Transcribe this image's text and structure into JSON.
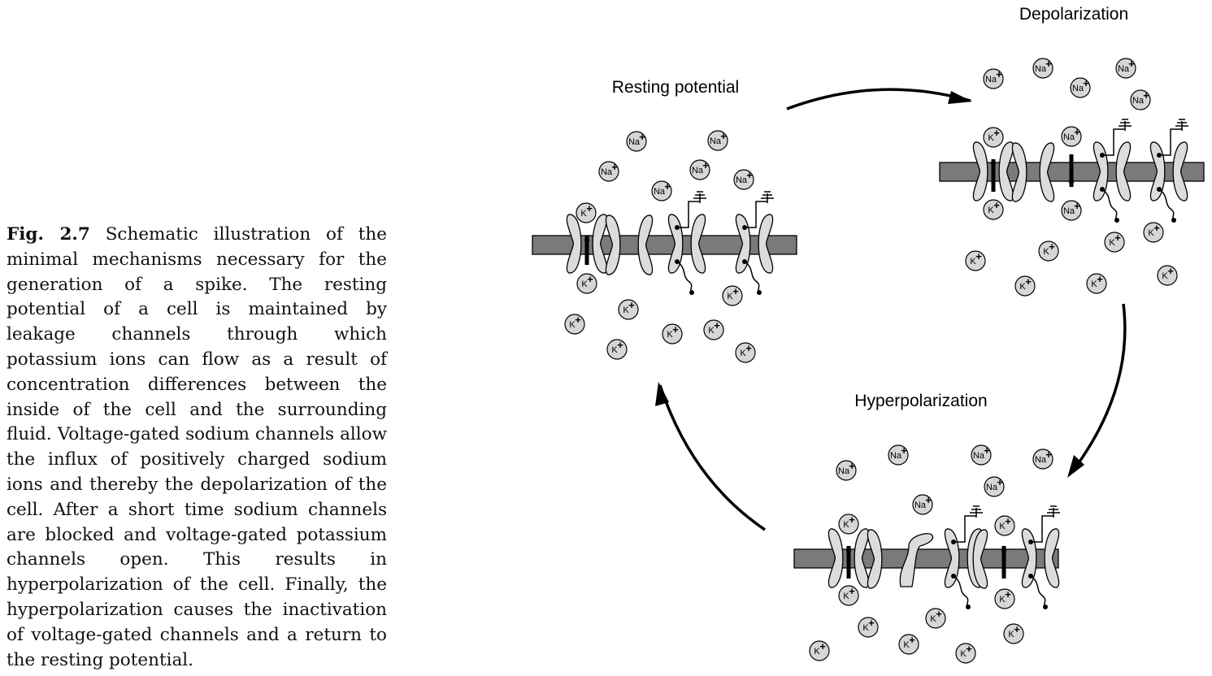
{
  "caption": {
    "label": "Fig. 2.7",
    "text": "Schematic illustration of the minimal mechanisms necessary for the generation of a spike. The resting potential of a cell is maintained by leakage channels through which potassium ions can flow as a result of concentration differences between the inside of the cell and the surrounding fluid. Voltage-gated sodium channels allow the influx of positively charged sodium ions and thereby the depolarization of the cell. After a short time sodium channels are blocked and voltage-gated potassium channels open. This results in hyperpolarization of the cell. Finally, the hyperpolarization causes the inactivation of voltage-gated channels and a return to the resting potential."
  },
  "states": {
    "resting": "Resting potential",
    "depolarization": "Depolarization",
    "hyperpolarization": "Hyperpolarization"
  },
  "ions": {
    "sodium": "Na",
    "potassium": "K",
    "charge": "+"
  }
}
